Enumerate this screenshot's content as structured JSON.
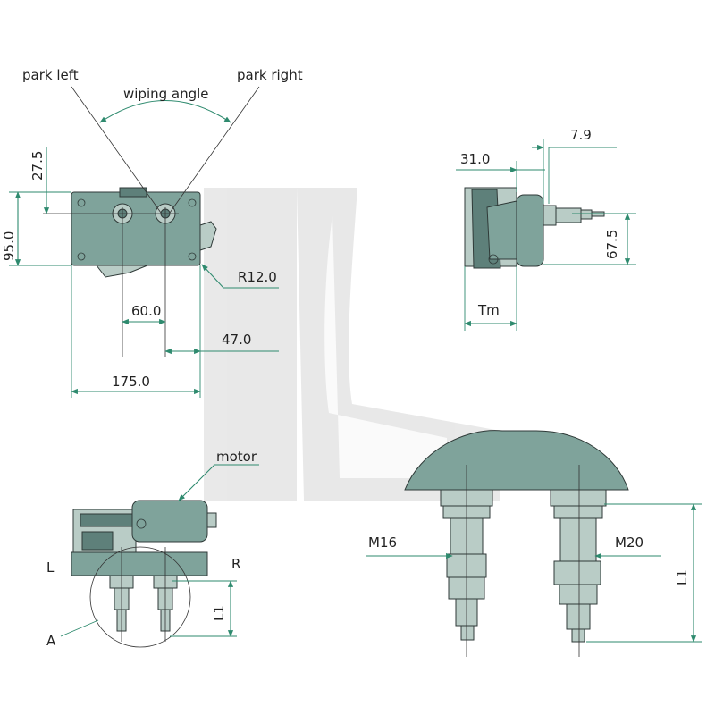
{
  "labels": {
    "park_left": "park left",
    "park_right": "park right",
    "wiping_angle": "wiping angle",
    "motor": "motor",
    "L": "L",
    "R": "R",
    "A": "A",
    "M16": "M16",
    "M20": "M20",
    "L1_small": "L1",
    "L1_large": "L1",
    "Tm": "Tm"
  },
  "dimensions": {
    "d27_5": "27.5",
    "d95_0": "95.0",
    "d60_0": "60.0",
    "d47_0": "47.0",
    "d175_0": "175.0",
    "r12_0": "R12.0",
    "d31_0": "31.0",
    "d7_9": "7.9",
    "d67_5": "67.5"
  },
  "colors": {
    "dimension_line": "#2e8a6e",
    "body": "#7fa39b",
    "watermark": "#d9d9d9"
  }
}
